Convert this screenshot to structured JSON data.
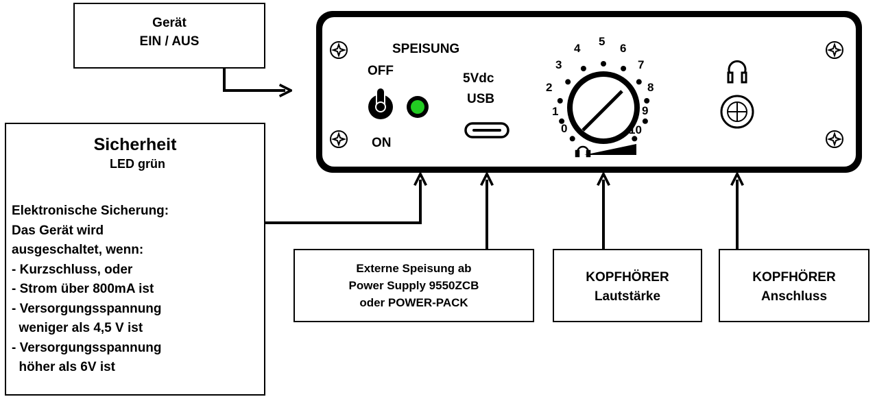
{
  "callouts": {
    "power_switch": {
      "line1": "Gerät",
      "line2": "EIN / AUS"
    },
    "safety": {
      "title": "Sicherheit",
      "subtitle": "LED grün",
      "lines": [
        "Elektronische Sicherung:",
        "Das Gerät wird",
        "ausgeschaltet, wenn:",
        "- Kurzschluss, oder",
        "- Strom über 800mA ist",
        "- Versorgungsspannung",
        "  weniger als 4,5 V ist",
        "- Versorgungsspannung",
        "  höher als 6V ist"
      ]
    },
    "external_power": {
      "lines": [
        "Externe Speisung ab",
        "Power Supply 9550ZCB",
        "oder POWER-PACK"
      ]
    },
    "volume": {
      "line1": "KOPFHÖRER",
      "line2": "Lautstärke"
    },
    "jack": {
      "line1": "KOPFHÖRER",
      "line2": "Anschluss"
    }
  },
  "panel": {
    "speisung": "SPEISUNG",
    "off": "OFF",
    "on": "ON",
    "vdc": "5Vdc",
    "usb": "USB",
    "dial": [
      "0",
      "1",
      "2",
      "3",
      "4",
      "5",
      "6",
      "7",
      "8",
      "9",
      "10"
    ],
    "led_color": "#22cc22"
  }
}
